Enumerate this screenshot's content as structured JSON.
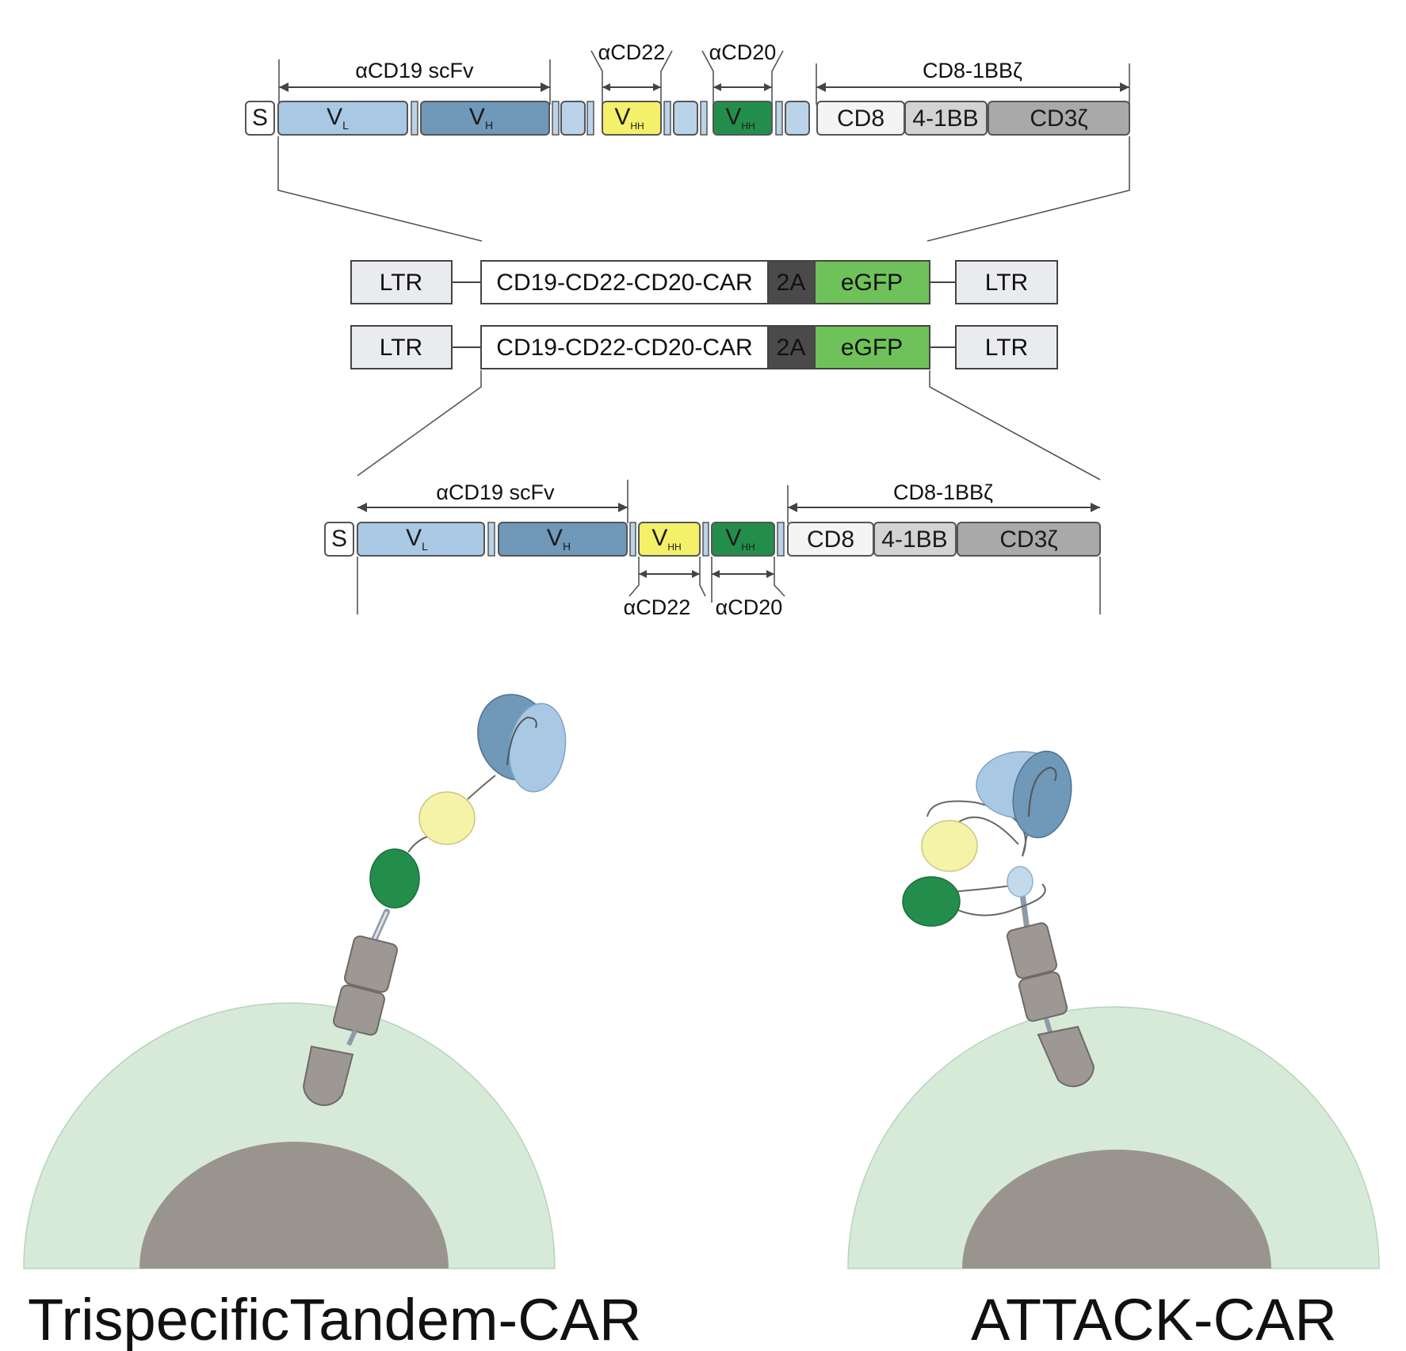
{
  "colors": {
    "vl": "#a9c8e4",
    "vh": "#6f98b9",
    "linker": "#bad3e9",
    "vhh_cd22": "#f4f06a",
    "vhh_cd20": "#238e4b",
    "cd8": "#f4f4f4",
    "four_1bb": "#d3d3d3",
    "cd3z": "#a9a9a9",
    "egfp": "#6fc25a",
    "two_a": "#4a4a4a",
    "ltr": "#e9ebee",
    "cell": "#d7ead8",
    "nucleus": "#9a948e",
    "signal_domain": "#9e9894"
  },
  "top_construct": {
    "signal": "S",
    "vl": "V",
    "vl_sub": "L",
    "vh": "V",
    "vh_sub": "H",
    "vhh": "V",
    "vhh_sub": "HH",
    "cd8": "CD8",
    "four_1bb": "4-1BB",
    "cd3z": "CD3ζ",
    "label_scfv": "αCD19 scFv",
    "label_cd22": "αCD22",
    "label_cd20": "αCD20",
    "label_sig": "CD8-1BBζ"
  },
  "vectors": [
    {
      "ltr_left": "LTR",
      "car": "CD19-CD22-CD20-CAR",
      "two_a": "2A",
      "egfp": "eGFP",
      "ltr_right": "LTR"
    },
    {
      "ltr_left": "LTR",
      "car": "CD19-CD22-CD20-CAR",
      "two_a": "2A",
      "egfp": "eGFP",
      "ltr_right": "LTR"
    }
  ],
  "bottom_construct": {
    "signal": "S",
    "vl": "V",
    "vl_sub": "L",
    "vh": "V",
    "vh_sub": "H",
    "vhh": "V",
    "vhh_sub": "HH",
    "cd8": "CD8",
    "four_1bb": "4-1BB",
    "cd3z": "CD3ζ",
    "label_scfv": "αCD19 scFv",
    "label_cd22": "αCD22",
    "label_cd20": "αCD20",
    "label_sig": "CD8-1BBζ"
  },
  "cells": [
    {
      "name": "TrispecificTandem-CAR"
    },
    {
      "name": "ATTACK-CAR"
    }
  ]
}
